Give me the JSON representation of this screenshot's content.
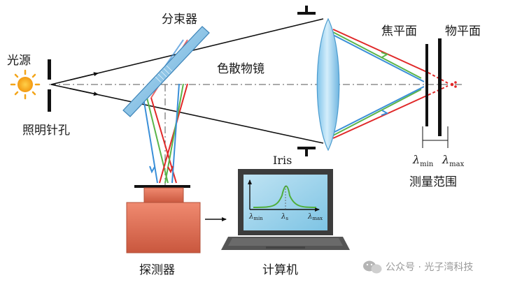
{
  "labels": {
    "source": "光源",
    "pinhole": "照明针孔",
    "beam_splitter": "分束器",
    "lens": "色散物镜",
    "iris": "Iris",
    "focal_plane": "焦平面",
    "object_plane": "物平面",
    "lambda_min": "λ",
    "lambda_min_sub": "min",
    "lambda_max": "λ",
    "lambda_max_sub": "max",
    "range": "测量范围",
    "detector": "探测器",
    "computer": "计算机",
    "screen_lambda_min": "λ",
    "screen_lambda_min_sub": "min",
    "screen_lambda_s": "λ",
    "screen_lambda_s_sub": "s",
    "screen_lambda_max": "λ",
    "screen_lambda_max_sub": "max"
  },
  "watermark": "公众号 · 光子湾科技",
  "icons": {
    "source": "sun-icon",
    "watermark": "wechat-icon"
  },
  "colors": {
    "red": "#e02828",
    "green": "#5ab54a",
    "blue": "#3a8fd8",
    "lens_fill": "#a9d8f2",
    "detector_body": "#e8765c",
    "laptop_body": "#3c3c3c"
  }
}
